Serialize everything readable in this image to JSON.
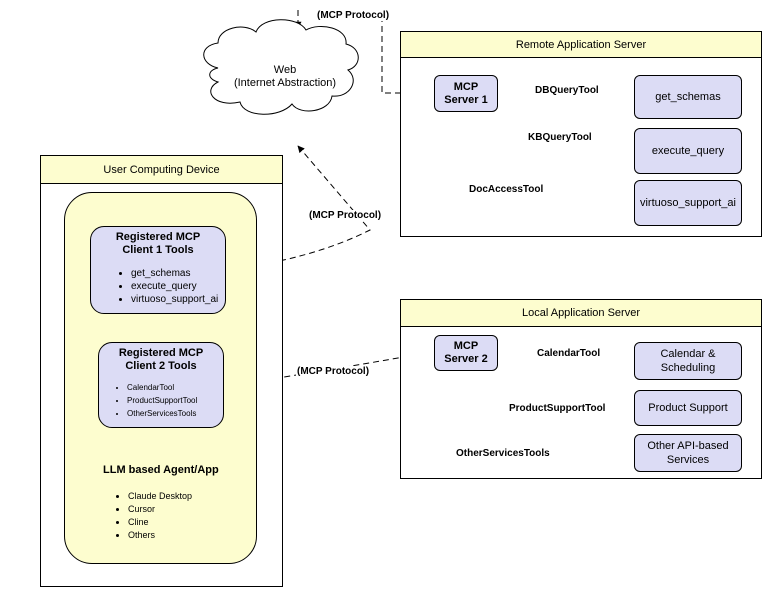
{
  "cloud": {
    "line1": "Web",
    "line2": "(Internet Abstraction)"
  },
  "protocol_labels": {
    "top": "(MCP Protocol)",
    "middle": "(MCP Protocol)",
    "bottom": "(MCP Protocol)"
  },
  "remote_server": {
    "title": "Remote Application Server",
    "server_line1": "MCP",
    "server_line2": "Server 1",
    "edge_labels": [
      "DBQueryTool",
      "KBQueryTool",
      "DocAccessTool"
    ],
    "tools": [
      "get_schemas",
      "execute_query",
      "virtuoso_support_ai"
    ]
  },
  "local_server": {
    "title": "Local Application Server",
    "server_line1": "MCP",
    "server_line2": "Server 2",
    "edge_labels": [
      "CalendarTool",
      "ProductSupportTool",
      "OtherServicesTools"
    ],
    "tools": [
      "Calendar &\nScheduling",
      "Product Support",
      "Other API-based\nServices"
    ]
  },
  "user_device": {
    "title": "User Computing Device",
    "client1": {
      "title_line1": "Registered MCP",
      "title_line2": "Client 1 Tools",
      "items": [
        "get_schemas",
        "execute_query",
        "virtuoso_support_ai"
      ]
    },
    "client2": {
      "title_line1": "Registered MCP",
      "title_line2": "Client 2 Tools",
      "items": [
        "CalendarTool",
        "ProductSupportTool",
        "OtherServicesTools"
      ]
    },
    "agent": {
      "title": "LLM based Agent/App",
      "items": [
        "Claude Desktop",
        "Cursor",
        "Cline",
        "Others"
      ]
    }
  },
  "colors": {
    "node_fill": "#dcdcf5",
    "header_fill": "#fdfdcf",
    "agent_fill": "#fdfdcf"
  }
}
